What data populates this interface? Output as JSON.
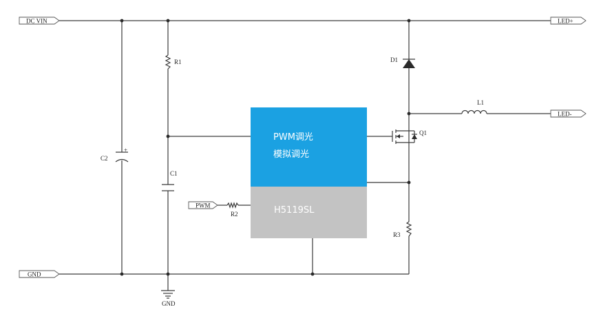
{
  "ports": {
    "dc_vin": "DC VIN",
    "gnd_in": "GND",
    "led_plus": "LED+",
    "led_minus": "LED-",
    "pwm": "PWM"
  },
  "components": {
    "r1": "R1",
    "r2": "R2",
    "r3": "R3",
    "c1": "C1",
    "c2": "C2",
    "d1": "D1",
    "l1": "L1",
    "q1": "Q1",
    "gnd_symbol": "GND",
    "c2_polarity": "+"
  },
  "ic": {
    "line1": "PWM调光",
    "line2": "模拟调光",
    "part": "H5119SL"
  },
  "colors": {
    "ic_top": "#1ba1e2",
    "ic_bottom": "#c3c3c3",
    "wire": "#3a3a3a"
  }
}
